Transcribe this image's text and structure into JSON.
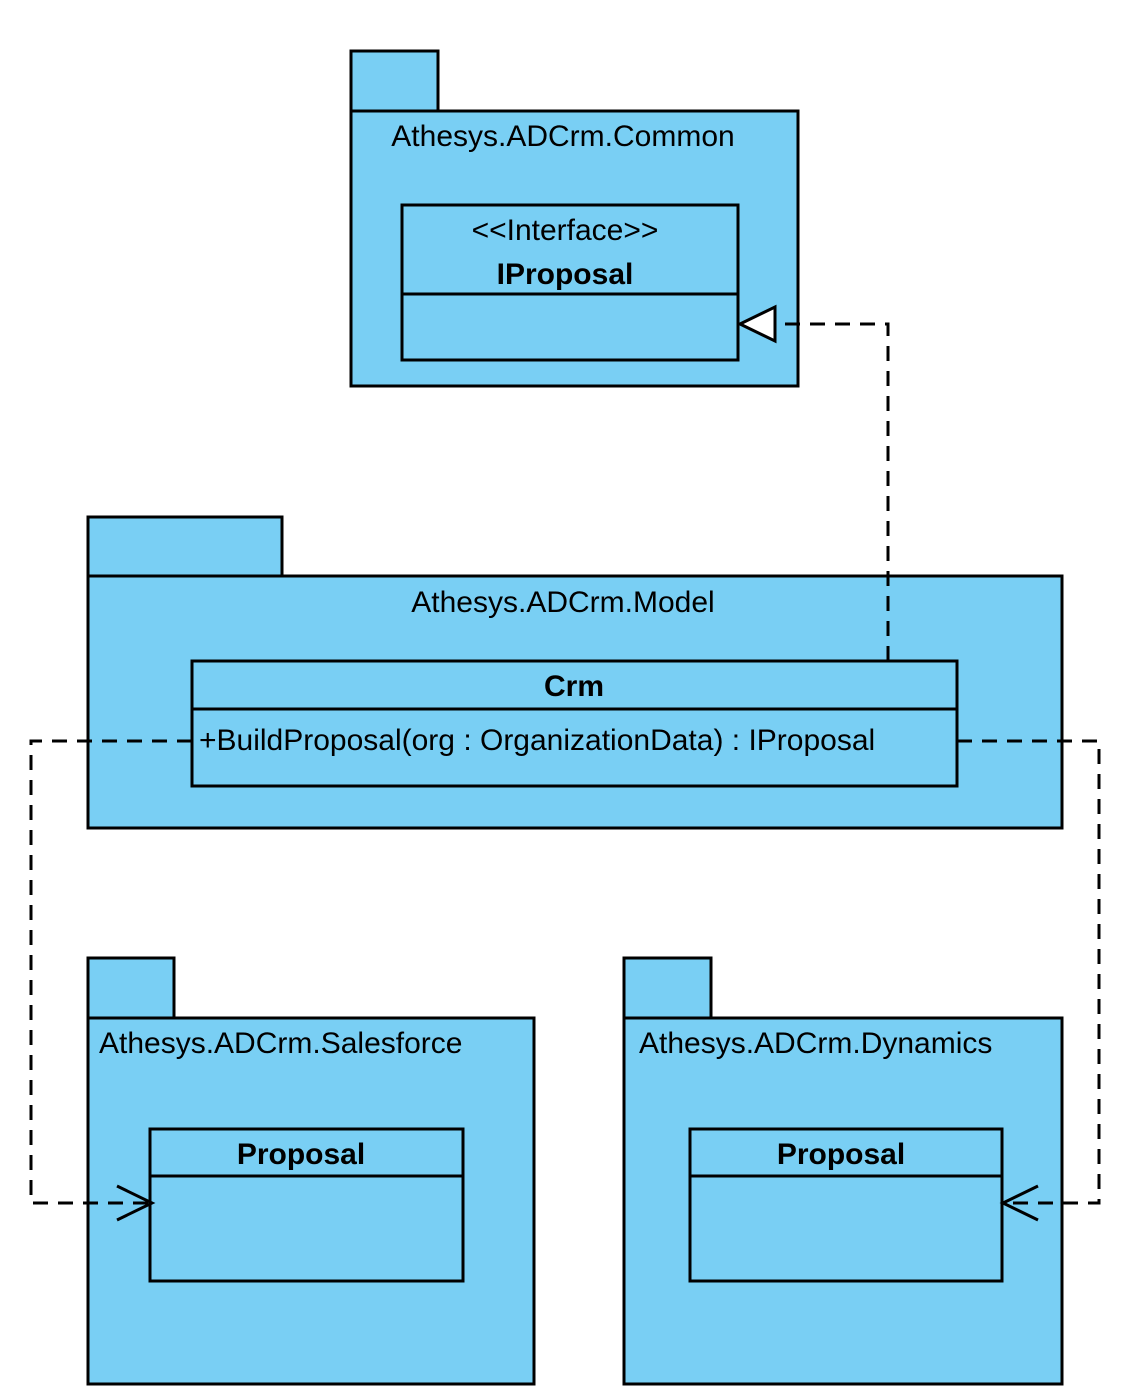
{
  "packages": {
    "common": {
      "name": "Athesys.ADCrm.Common",
      "interface": {
        "stereotype": "<<Interface>>",
        "name": "IProposal"
      }
    },
    "model": {
      "name": "Athesys.ADCrm.Model",
      "class": {
        "name": "Crm",
        "operation": "+BuildProposal(org : OrganizationData) : IProposal"
      }
    },
    "salesforce": {
      "name": "Athesys.ADCrm.Salesforce",
      "class": {
        "name": "Proposal"
      }
    },
    "dynamics": {
      "name": "Athesys.ADCrm.Dynamics",
      "class": {
        "name": "Proposal"
      }
    }
  },
  "relationships": [
    {
      "from": "Crm",
      "to": "IProposal",
      "kind": "realization"
    },
    {
      "from": "Crm",
      "to": "Salesforce.Proposal",
      "kind": "dependency"
    },
    {
      "from": "Crm",
      "to": "Dynamics.Proposal",
      "kind": "dependency"
    }
  ],
  "colors": {
    "package_fill": "#79cff4",
    "stroke": "#000000",
    "background": "#ffffff"
  }
}
